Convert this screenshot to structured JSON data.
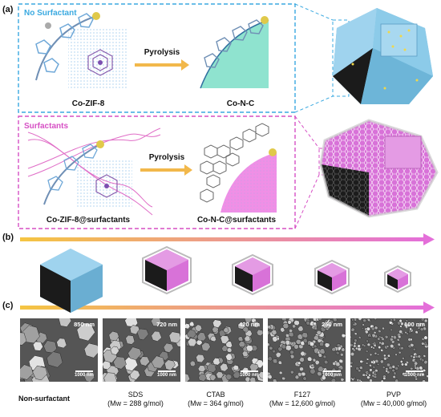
{
  "panels": {
    "a": "(a)",
    "b": "(b)",
    "c": "(c)"
  },
  "top_row": {
    "tag": "No Surfactant",
    "arrow_label": "Pyrolysis",
    "left_label": "Co-ZIF-8",
    "right_label": "Co-N-C"
  },
  "bottom_row": {
    "tag": "Surfactants",
    "arrow_label": "Pyrolysis",
    "left_label": "Co-ZIF-8@surfactants",
    "right_label": "Co-N-C@surfactants"
  },
  "colors": {
    "blue_dash": "#3aa9e0",
    "pink_dash": "#d64fc4",
    "arrow": "#f2b84b",
    "gradient_start": "#f5c542",
    "gradient_end": "#e46fd9",
    "crystal_blue": "#7fc3e4",
    "crystal_pink": "#d872d8"
  },
  "sem_images": [
    {
      "size": "850 nm",
      "scale": "1000 nm",
      "caption_line1": "Non-surfactant",
      "caption_line2": ""
    },
    {
      "size": "720 nm",
      "scale": "1000 nm",
      "caption_line1": "SDS",
      "caption_line2": "(Mw = 288 g/mol)"
    },
    {
      "size": "420 nm",
      "scale": "1000 nm",
      "caption_line1": "CTAB",
      "caption_line2": "(Mw = 364 g/mol)"
    },
    {
      "size": "250 nm",
      "scale": "1000 nm",
      "caption_line1": "F127",
      "caption_line2": "(Mw = 12,600 g/mol)"
    },
    {
      "size": "100 nm",
      "scale": "1000 nm",
      "caption_line1": "PVP",
      "caption_line2": "(Mw = 40,000 g/mol)"
    }
  ]
}
